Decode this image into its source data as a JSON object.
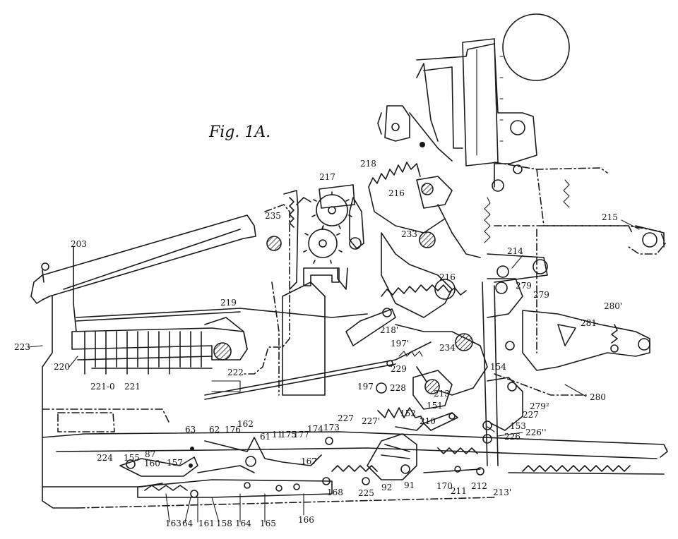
{
  "figure": {
    "title": "Fig. 1A.",
    "labels": [
      "203",
      "223",
      "220",
      "221-0",
      "221",
      "222",
      "219",
      "235",
      "217",
      "218",
      "216",
      "233",
      "214",
      "215",
      "279",
      "279",
      "280'",
      "281",
      "280",
      "216",
      "218'",
      "197'",
      "234",
      "229",
      "197",
      "228",
      "213",
      "154",
      "151",
      "152",
      "279²",
      "227",
      "153",
      "226''",
      "226",
      "227'",
      "210",
      "227",
      "173",
      "174",
      "177",
      "175",
      "11",
      "61",
      "162",
      "176",
      "62",
      "63",
      "87",
      "160",
      "155",
      "224",
      "157",
      "167",
      "168",
      "225",
      "92",
      "91",
      "170",
      "211",
      "212",
      "213'",
      "163",
      "64",
      "161",
      "158",
      "164",
      "165",
      "166"
    ]
  }
}
